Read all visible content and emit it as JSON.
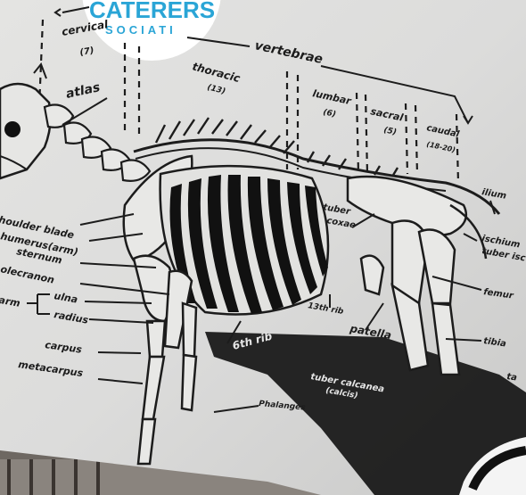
{
  "logo": {
    "line1": "CATERERS",
    "line2": "SOCIATI"
  },
  "labels": {
    "cervical": "cervical",
    "cervical_count": "(7)",
    "vertebrae": "vertebrae",
    "thoracic": "thoracic",
    "thoracic_count": "(13)",
    "lumbar": "lumbar",
    "lumbar_count": "(6)",
    "sacral": "sacral",
    "sacral_count": "(5)",
    "caudal": "caudal",
    "caudal_count": "(18-20)",
    "atlas": "atlas",
    "shoulder_blade": "houlder blade",
    "humerus": "humerus(arm)",
    "sternum": "sternum",
    "olecranon": "olecranon",
    "forearm": "arm",
    "ulna": "ulna",
    "radius": "radius",
    "carpus": "carpus",
    "metacarpus": "metacarpus",
    "tuber_coxae_1": "tuber",
    "tuber_coxae_2": "coxae",
    "ilium": "ilium",
    "ischium_1": "ischium",
    "ischium_2": "tuber isc",
    "femur": "femur",
    "rib13": "13th rib",
    "patella": "patella",
    "rib6": "6th rib",
    "tibia": "tibia",
    "tuber_calcanea_1": "tuber calcanea",
    "tuber_calcanea_2": "(calcis)",
    "phalanges": "Phalanges",
    "ta": "ta"
  }
}
